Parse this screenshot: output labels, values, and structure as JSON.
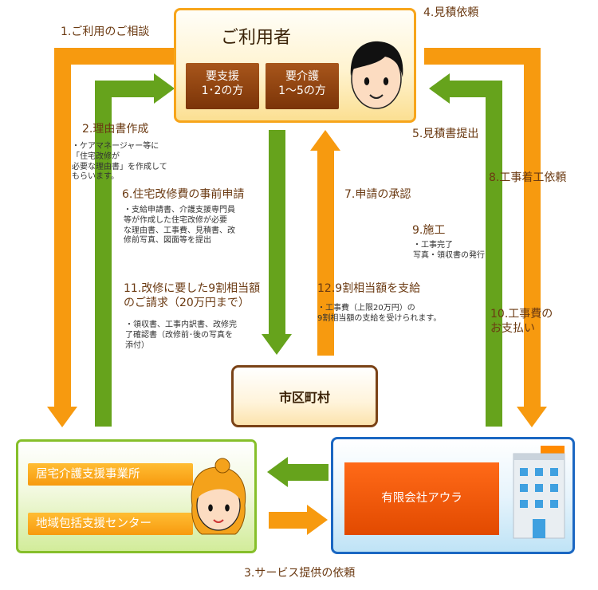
{
  "nodes": {
    "user": {
      "title": "ご利用者",
      "support_line1": "要支援",
      "support_line2": "1･2の方",
      "care_line1": "要介護",
      "care_line2": "1～5の方"
    },
    "city": {
      "label": "市区町村"
    },
    "care_office": {
      "item1": "居宅介護支援事業所",
      "item2": "地域包括支援センター"
    },
    "company": {
      "name": "有限会社アウラ"
    }
  },
  "steps": {
    "s1": "1.ご利用のご相談",
    "s2": "2.理由書作成",
    "s2_note": "・ケアマネージャー等に\n「住宅改修が\n必要な理由書」を作成して\nもらいます。",
    "s3": "3.サービス提供の依頼",
    "s4": "4.見積依頼",
    "s5": "5.見積書提出",
    "s6": "6.住宅改修費の事前申請",
    "s6_note": "・支給申請書、介護支援専門員\n等が作成した住宅改修が必要\nな理由書、工事費、見積書、改\n修前写真、図面等を提出",
    "s7": "7.申請の承認",
    "s8": "8.工事着工依頼",
    "s9": "9.施工",
    "s9_note": "・工事完了\n写真・領収書の発行",
    "s10_line1": "10.工事費の",
    "s10_line2": "お支払い",
    "s11_line1": "11.改修に要した9割相当額",
    "s11_line2": "のご請求（20万円まで）",
    "s11_note": "・領収書、工事内訳書、改修完\n了確認書（改修前･後の写真を\n添付）",
    "s12": "12.9割相当額を支給",
    "s12_note": "・工事費（上限20万円）の\n9割相当額の支給を受けられます。"
  },
  "colors": {
    "orange_arrow": "#f79a0f",
    "green_arrow": "#66a31c",
    "user_border": "#f7a51b",
    "brown_button": "#8b4310",
    "care_border": "#86bf2a",
    "company_border": "#1b67c2",
    "company_button": "#f05a0a",
    "step_text": "#6b3a12"
  },
  "icons": [
    "man-face-icon",
    "woman-face-icon",
    "building-icon"
  ]
}
